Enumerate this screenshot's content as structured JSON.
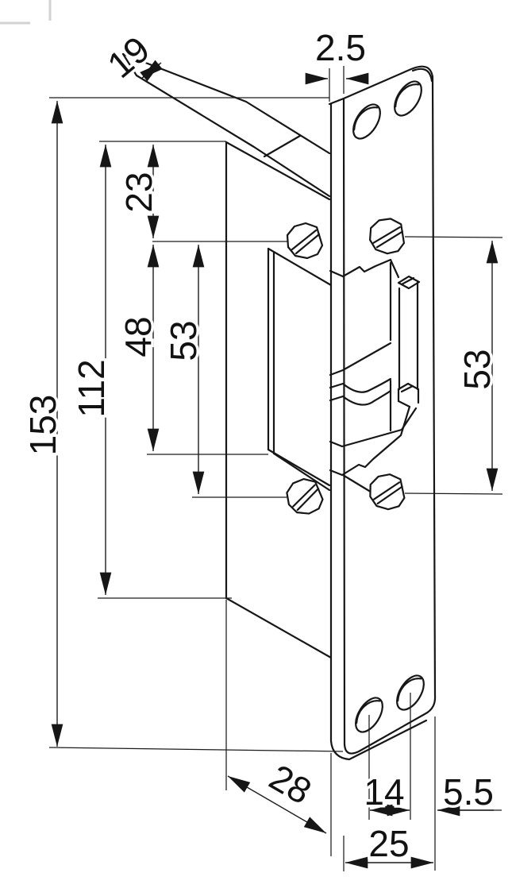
{
  "drawing": {
    "kind": "technical dimension drawing",
    "subject": "electric door strike faceplate, oblique 3D line view",
    "units_implied": "mm",
    "line_color": "#161616",
    "background_color": "#ffffff"
  },
  "dimensions": {
    "lip_width": "19",
    "plate_thickness": "2.5",
    "top_edge_to_top_screws": "23",
    "keeper_cavity_height": "48",
    "screw_spacing_left": "53",
    "screw_spacing_right": "53",
    "body_height": "112",
    "faceplate_height": "153",
    "body_depth": "28",
    "bottom_hole_spacing": "14",
    "hole_to_edge": "5.5",
    "faceplate_width": "25"
  }
}
